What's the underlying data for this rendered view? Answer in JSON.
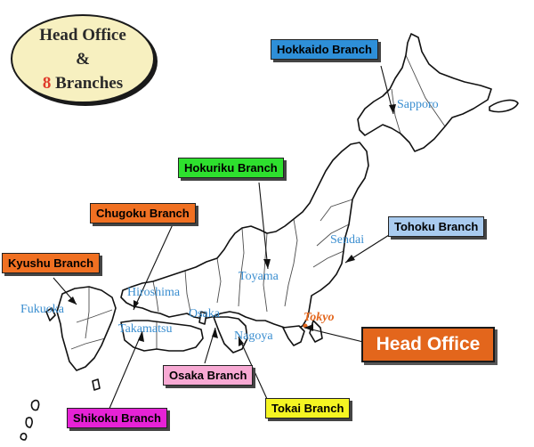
{
  "legend": {
    "line1": "Head Office",
    "line2": "&",
    "line3_num": "8",
    "line3_text": "Branches"
  },
  "branches": {
    "hokkaido": {
      "label": "Hokkaido Branch",
      "color": "#2e8fd8",
      "text_color": "#111111"
    },
    "hokuriku": {
      "label": "Hokuriku Branch",
      "color": "#2ee02e",
      "text_color": "#111111"
    },
    "chugoku": {
      "label": "Chugoku Branch",
      "color": "#f07022",
      "text_color": "#111111"
    },
    "tohoku": {
      "label": "Tohoku Branch",
      "color": "#a9cbef",
      "text_color": "#111111"
    },
    "kyushu": {
      "label": "Kyushu Branch",
      "color": "#f07022",
      "text_color": "#111111"
    },
    "osaka": {
      "label": "Osaka Branch",
      "color": "#f7a9d3",
      "text_color": "#111111"
    },
    "tokai": {
      "label": "Tokai Branch",
      "color": "#f5f522",
      "text_color": "#111111"
    },
    "shikoku": {
      "label": "Shikoku Branch",
      "color": "#e622d6",
      "text_color": "#111111"
    }
  },
  "head_office": {
    "label": "Head Office",
    "color": "#e3661c"
  },
  "cities": {
    "sapporo": "Sapporo",
    "sendai": "Sendai",
    "toyama": "Toyama",
    "hiroshima": "Hiroshima",
    "fukuoka": "Fukuoka",
    "osaka": "Osaka",
    "takamatsu": "Takamatsu",
    "nagoya": "Nagoya",
    "tokyo": "Tokyo"
  },
  "colors": {
    "city_text": "#3a8ed0",
    "tokyo_text": "#e3661c",
    "land_stroke": "#111111"
  }
}
